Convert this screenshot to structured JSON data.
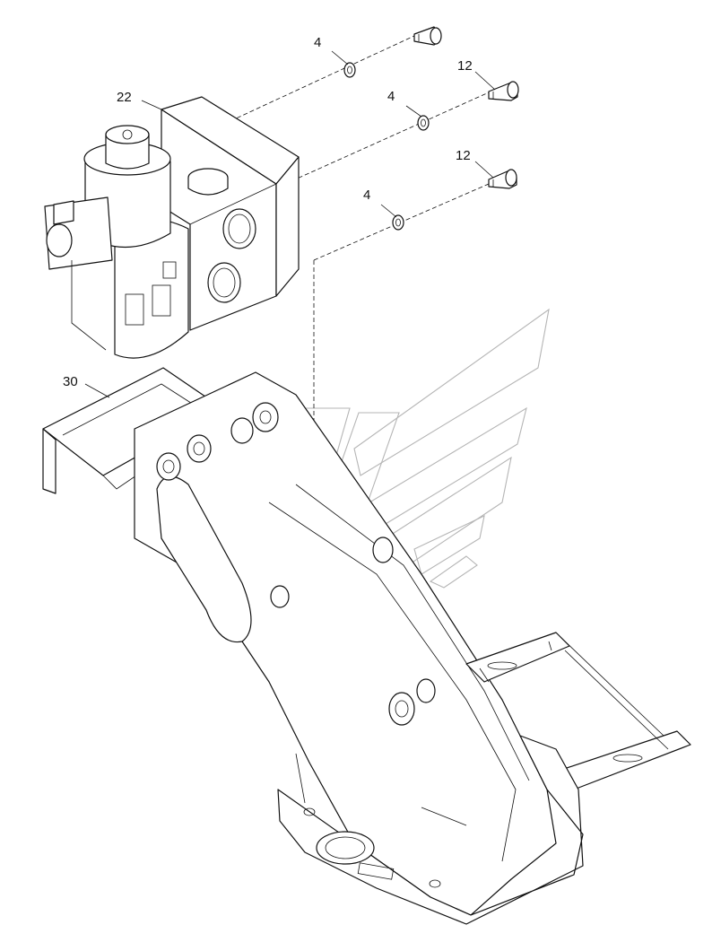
{
  "callouts": [
    {
      "id": "bolt-upper-left",
      "label": "4"
    },
    {
      "id": "bolt-upper-right",
      "label": "12"
    },
    {
      "id": "washer-middle",
      "label": "4"
    },
    {
      "id": "bolt-lower-right",
      "label": "12"
    },
    {
      "id": "washer-lower",
      "label": "4"
    },
    {
      "id": "valve-block",
      "label": "22"
    },
    {
      "id": "boom-frame",
      "label": "30"
    }
  ],
  "colors": {
    "line": "#111111",
    "watermark": "#b5b5b5",
    "background": "#ffffff"
  }
}
